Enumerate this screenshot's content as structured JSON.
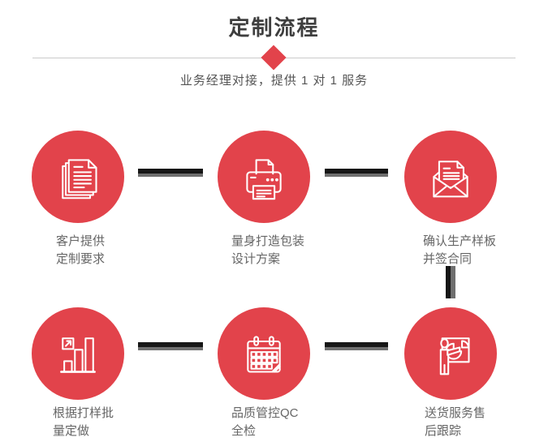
{
  "colors": {
    "accent_red": "#e2434b",
    "title": "#3e3e3e",
    "subtitle": "#555555",
    "label": "#666666",
    "divider": "#cbcbcb",
    "connector_dark": "#161616",
    "connector_gray": "#6f6f6f"
  },
  "header": {
    "title": "定制流程",
    "subtitle": "业务经理对接，提供 1 对 1 服务"
  },
  "steps": [
    {
      "icon": "documents-icon",
      "label_line1": "客户提供",
      "label_line2": "定制要求"
    },
    {
      "icon": "printer-icon",
      "label_line1": "量身打造包装",
      "label_line2": "设计方案"
    },
    {
      "icon": "envelope-icon",
      "label_line1": "确认生产样板",
      "label_line2": "并签合同"
    },
    {
      "icon": "bar-chart-icon",
      "label_line1": "根据打样批",
      "label_line2": "量定做"
    },
    {
      "icon": "calendar-icon",
      "label_line1": "品质管控QC",
      "label_line2": "全检"
    },
    {
      "icon": "presentation-icon",
      "label_line1": "送货服务售",
      "label_line2": "后跟踪"
    }
  ]
}
